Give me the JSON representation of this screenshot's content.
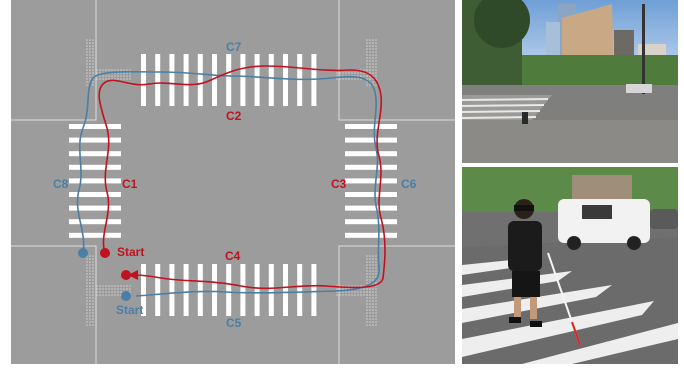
{
  "diagram": {
    "colors": {
      "background": "#9c9c9c",
      "road_line": "#dcdcdc",
      "stripe": "#ffffff",
      "red_path": "#c0121f",
      "blue_path": "#4a7fa6",
      "red_label": "#c0121f",
      "blue_label": "#4a7fa6"
    },
    "red_labels": [
      "C1",
      "C2",
      "C3",
      "C4"
    ],
    "blue_labels": [
      "C5",
      "C6",
      "C7",
      "C8"
    ],
    "start_labels": {
      "red": "Start",
      "blue": "Start"
    }
  },
  "photos": [
    {
      "scene": "empty-intersection-with-crosswalk-and-high-rise-buildings"
    },
    {
      "scene": "blindfolded-participant-with-white-cane-crossing-street"
    }
  ]
}
